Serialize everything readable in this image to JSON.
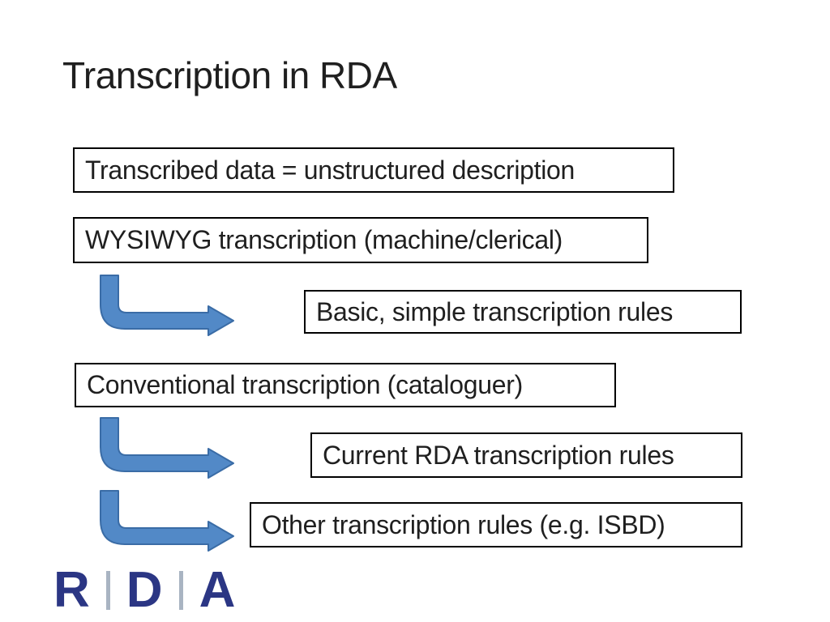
{
  "slide": {
    "title": "Transcription in RDA",
    "boxes": [
      {
        "id": "transcribed-data",
        "label": "Transcribed data = unstructured description"
      },
      {
        "id": "wysiwyg",
        "label": "WYSIWYG transcription (machine/clerical)"
      },
      {
        "id": "basic-rules",
        "label": "Basic, simple transcription rules"
      },
      {
        "id": "conventional",
        "label": "Conventional transcription (cataloguer)"
      },
      {
        "id": "current-rda-rules",
        "label": "Current RDA transcription rules"
      },
      {
        "id": "other-rules",
        "label": "Other transcription rules (e.g. ISBD)"
      }
    ],
    "arrows": [
      {
        "shape": "bent-arrow",
        "direction": "down-then-right",
        "from": "wysiwyg",
        "to": "basic-rules"
      },
      {
        "shape": "bent-arrow",
        "direction": "down-then-right",
        "from": "conventional",
        "to": "current-rda-rules"
      },
      {
        "shape": "bent-arrow",
        "direction": "down-then-right",
        "from": "conventional",
        "to": "other-rules"
      }
    ],
    "logo": {
      "letters": [
        "R",
        "D",
        "A"
      ]
    },
    "colors": {
      "background": "#ffffff",
      "text": "#1f1f1f",
      "box_border": "#000000",
      "arrow_fill": "#5289c7",
      "arrow_stroke": "#3a6ca6",
      "logo_navy": "#2b3684",
      "logo_separator": "#a9b4c2"
    }
  }
}
